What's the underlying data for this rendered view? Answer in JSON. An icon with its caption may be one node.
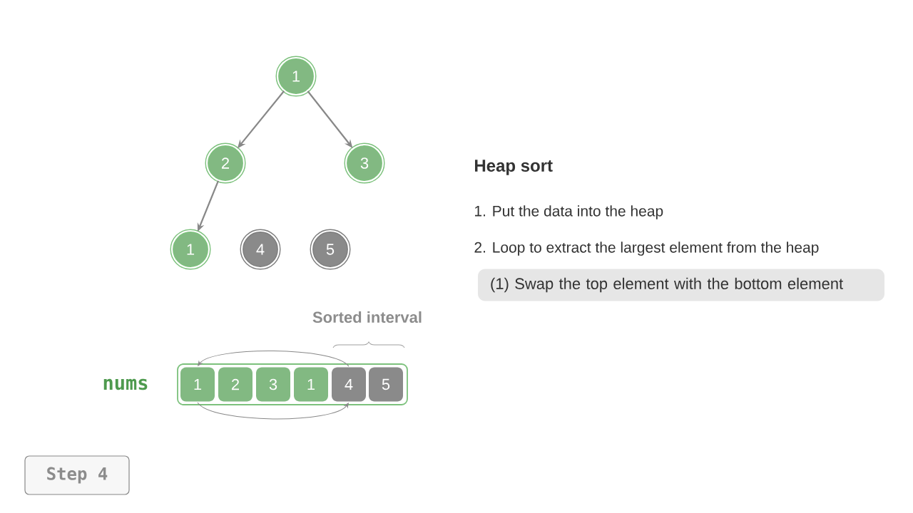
{
  "diagram": {
    "title": "Heap sort",
    "nodes": [
      {
        "text": [
          "1"
        ]
      },
      {
        "text": [
          "2"
        ]
      },
      {
        "text": [
          "3"
        ]
      },
      {
        "text": [
          "1"
        ]
      },
      {
        "text": [
          "4"
        ]
      },
      {
        "text": [
          "5"
        ]
      },
      {
        "text": [],
        "shape": "box",
        "beside": [
          "nums"
        ]
      },
      {
        "text": [
          "1"
        ],
        "in": 6
      },
      {
        "text": [
          "2"
        ],
        "in": 6
      },
      {
        "text": [
          "3"
        ],
        "in": 6
      },
      {
        "text": [
          "1"
        ],
        "in": 6
      },
      {
        "text": [
          "4"
        ],
        "in": 6
      },
      {
        "text": [
          "5"
        ],
        "in": 6
      },
      {
        "text": [
          "(1) Swap the top element with the bottom element"
        ]
      },
      {
        "text": [
          "Step 4"
        ]
      }
    ],
    "edges": [
      {
        "from": 0,
        "to": 1,
        "arrow": "to"
      },
      {
        "from": 0,
        "to": 2,
        "arrow": "to"
      },
      {
        "from": 1,
        "to": 3,
        "arrow": "to"
      },
      {
        "from": 11,
        "to": 7,
        "arrow": "to"
      },
      {
        "from": 7,
        "to": 11,
        "arrow": "to"
      }
    ],
    "labels": [
      "Sorted interval",
      "1. Put the data into the heap",
      "2. Loop to extract the largest element from the heap"
    ]
  }
}
